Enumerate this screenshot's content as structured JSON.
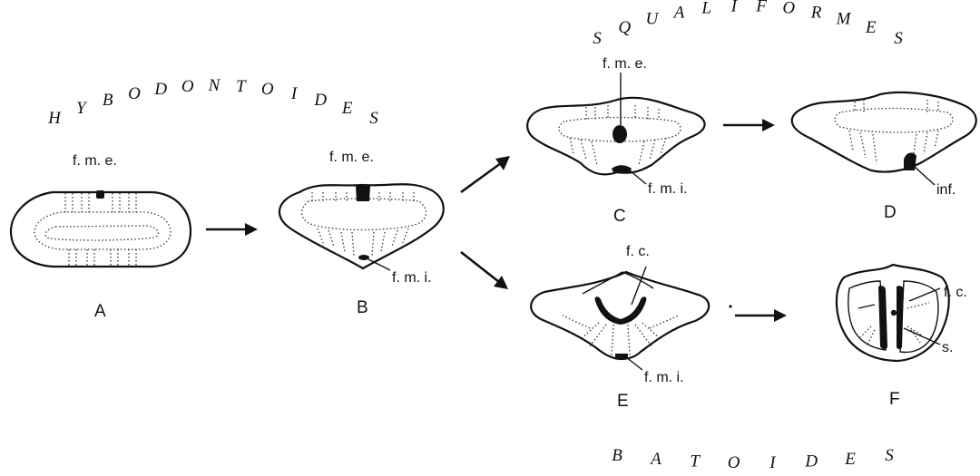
{
  "groups": {
    "hybodontoides": "HYBODONTOIDES",
    "squaliformes": "SQUALIFORMES",
    "batoides": "BATOIDES"
  },
  "specimens": {
    "a": {
      "letter": "A"
    },
    "b": {
      "letter": "B"
    },
    "c": {
      "letter": "C"
    },
    "d": {
      "letter": "D"
    },
    "e": {
      "letter": "E"
    },
    "f": {
      "letter": "F"
    }
  },
  "labels": {
    "a_fme": "f. m. e.",
    "b_fme": "f. m. e.",
    "b_fmi": "f. m. i.",
    "c_fme": "f. m. e.",
    "c_fmi": "f. m. i.",
    "d_inf": "inf.",
    "e_fc": "f. c.",
    "e_fmi": "f. m. i.",
    "f_fc": "f. c.",
    "f_s": "s."
  }
}
